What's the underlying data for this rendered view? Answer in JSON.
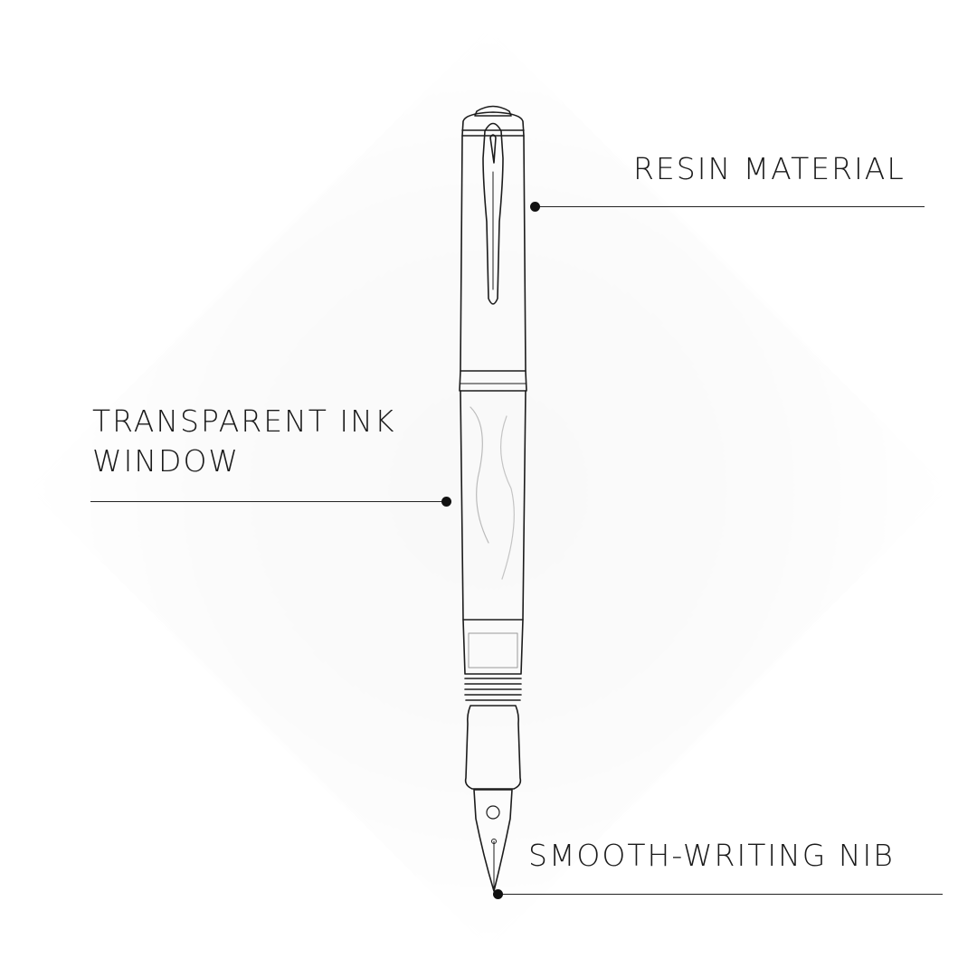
{
  "callouts": {
    "resin": "RESIN MATERIAL",
    "window_line1": "TRANSPARENT INK",
    "window_line2": "WINDOW",
    "nib": "SMOOTH-WRITING NIB"
  },
  "colors": {
    "ink": "#111111",
    "text": "#1a1a1a",
    "background": "#ffffff"
  }
}
